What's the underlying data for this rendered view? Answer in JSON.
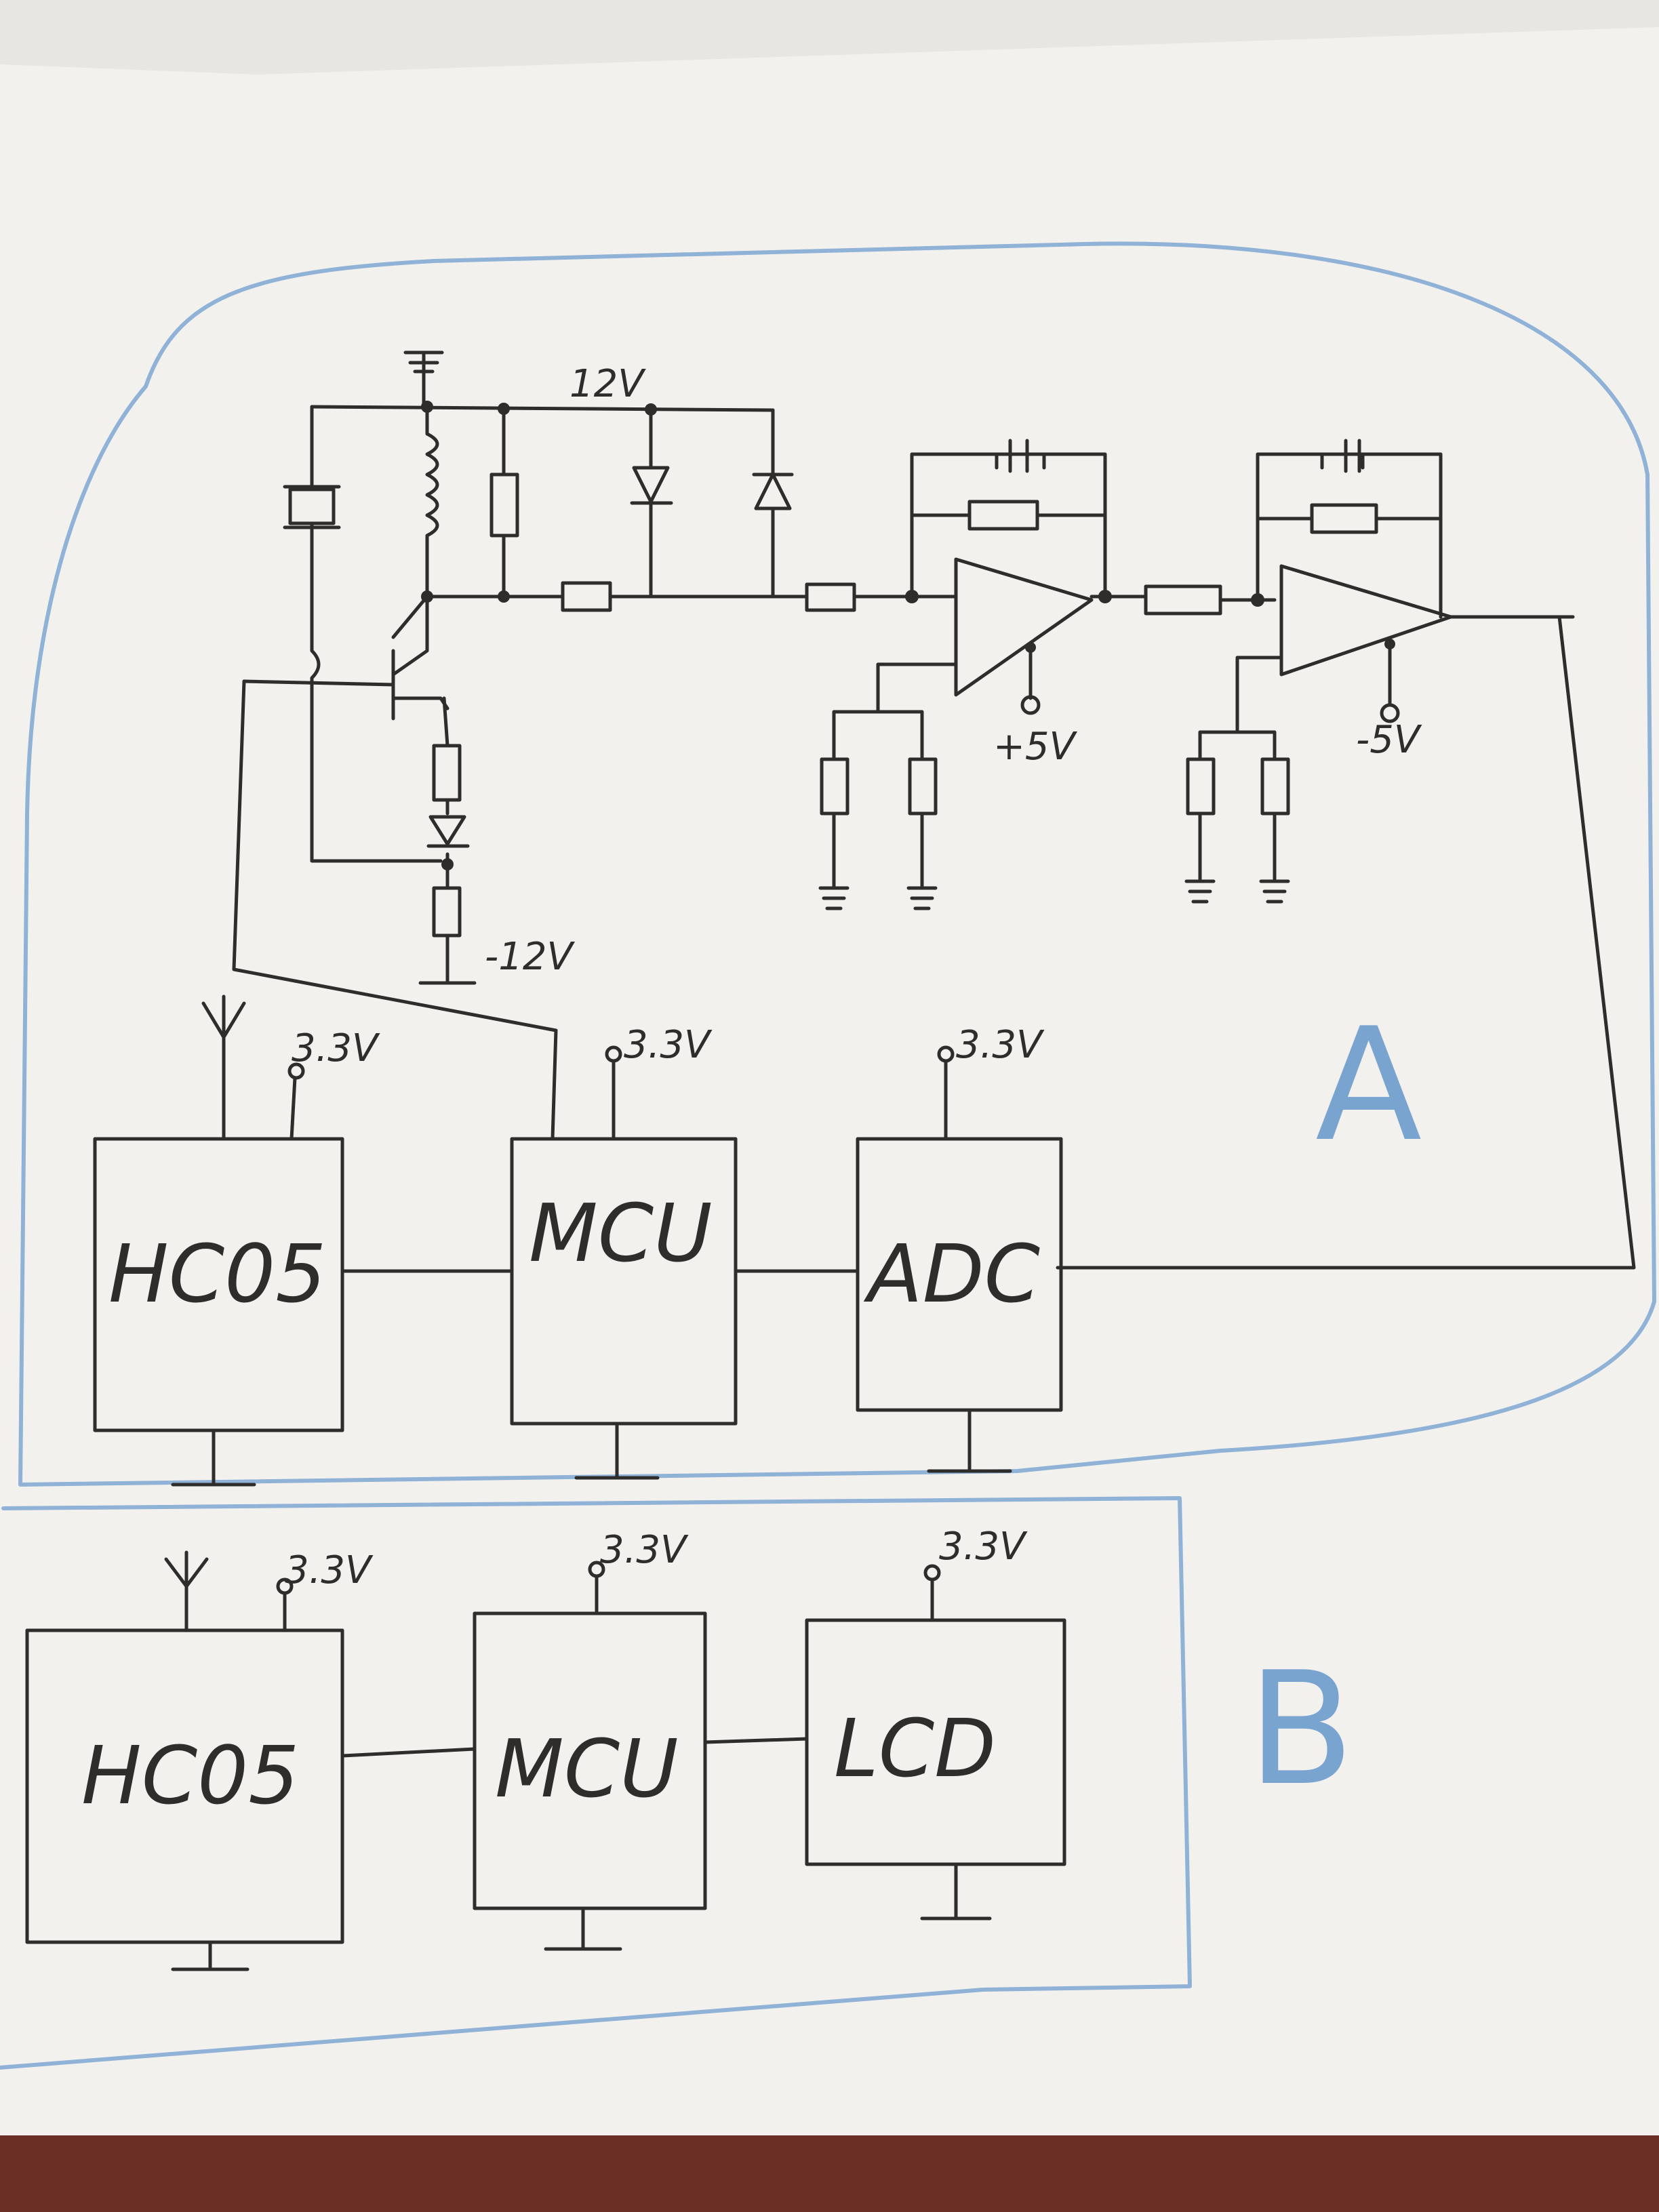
{
  "labels": {
    "v12": "12V",
    "vminus12": "-12V",
    "vplus5": "+5V",
    "vminus5": "-5V"
  },
  "group_a": {
    "label": "A",
    "hc05": {
      "name": "HC05",
      "supply": "3.3V"
    },
    "mcu": {
      "name": "MCU",
      "supply": "3.3V"
    },
    "adc": {
      "name": "ADC",
      "supply": "3.3V"
    }
  },
  "group_b": {
    "label": "B",
    "hc05": {
      "name": "HC05",
      "supply": "3.3V"
    },
    "mcu": {
      "name": "MCU",
      "supply": "3.3V"
    },
    "lcd": {
      "name": "LCD",
      "supply": "3.3V"
    }
  },
  "colors": {
    "ink": "#2f2d2c",
    "outline_blue": "#8fb2d6",
    "paper": "#f2f1ee"
  }
}
